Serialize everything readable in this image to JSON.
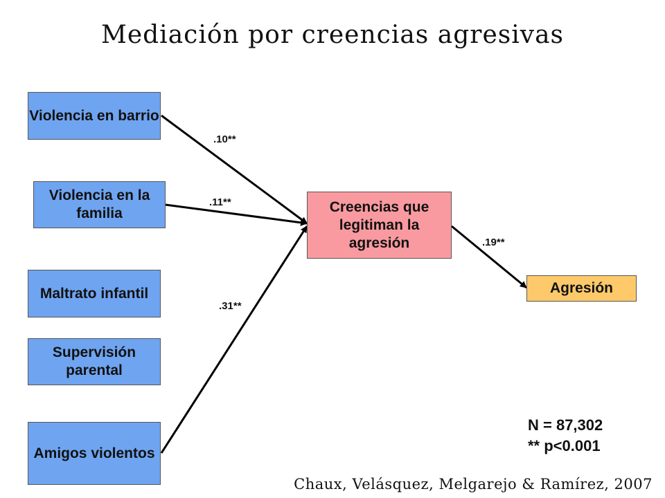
{
  "title": "Mediación por creencias agresivas",
  "predictors": [
    {
      "label": "Violencia en barrio"
    },
    {
      "label": "Violencia en la familia"
    },
    {
      "label": "Maltrato infantil"
    },
    {
      "label": "Supervisión parental"
    },
    {
      "label": "Amigos violentos"
    }
  ],
  "mediator": {
    "label": "Creencias que legitiman la agresión"
  },
  "outcome": {
    "label": "Agresión"
  },
  "paths": [
    {
      "from": "Violencia en barrio",
      "to": "Creencias que legitiman la agresión",
      "coef": ".10**"
    },
    {
      "from": "Violencia en la familia",
      "to": "Creencias que legitiman la agresión",
      "coef": ".11**"
    },
    {
      "from": "Amigos violentos",
      "to": "Creencias que legitiman la agresión",
      "coef": ".31**"
    },
    {
      "from": "Creencias que legitiman la agresión",
      "to": "Agresión",
      "coef": ".19**"
    }
  ],
  "notes": {
    "n": "N = 87,302",
    "p": "** p<0.001"
  },
  "citation": "Chaux, Velásquez, Melgarejo & Ramírez, 2007",
  "colors": {
    "predictor": "#6fa4f0",
    "mediator": "#f99aa0",
    "outcome": "#fdc96a"
  }
}
